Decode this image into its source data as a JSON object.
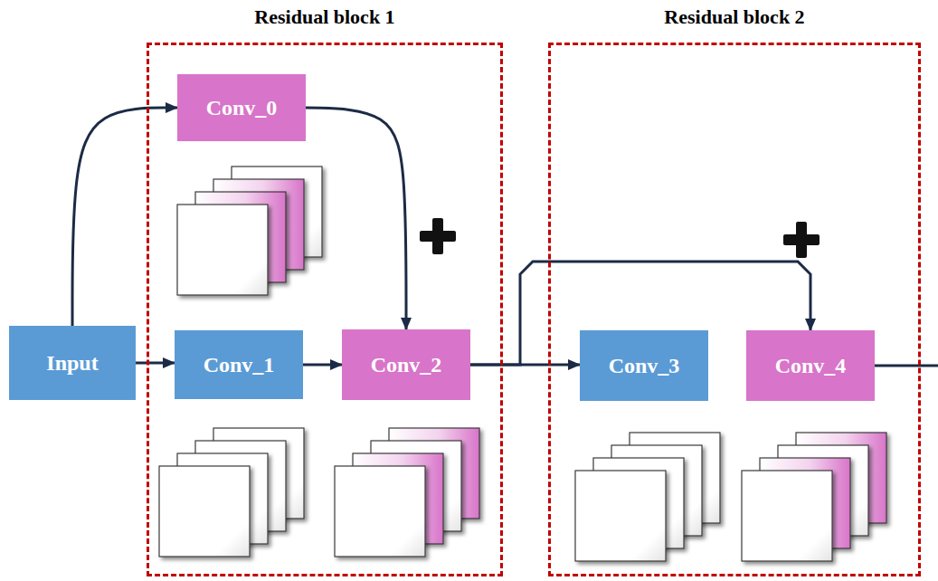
{
  "diagram": {
    "nodes": [
      {
        "text": [
          "Input"
        ]
      },
      {
        "text": [
          "Residual block 1"
        ]
      },
      {
        "text": [
          "Conv_0"
        ],
        "in": 1
      },
      {
        "text": [
          "Conv_1"
        ],
        "in": 1
      },
      {
        "text": [
          "Conv_2"
        ],
        "in": 1
      },
      {
        "text": [
          "Residual block 2"
        ]
      },
      {
        "text": [
          "Conv_3"
        ],
        "in": 5
      },
      {
        "text": [
          "Conv_4"
        ],
        "in": 5
      }
    ],
    "edges": [
      {
        "from": 0,
        "to": 2,
        "arrow": "to"
      },
      {
        "from": 0,
        "to": 3,
        "arrow": "to"
      },
      {
        "from": 3,
        "to": 4,
        "arrow": "to"
      },
      {
        "from": 2,
        "to": 4,
        "arrow": "to"
      },
      {
        "from": 4,
        "to": 6,
        "arrow": "to"
      },
      {
        "from": 4,
        "to": 7,
        "arrow": "to"
      }
    ]
  }
}
